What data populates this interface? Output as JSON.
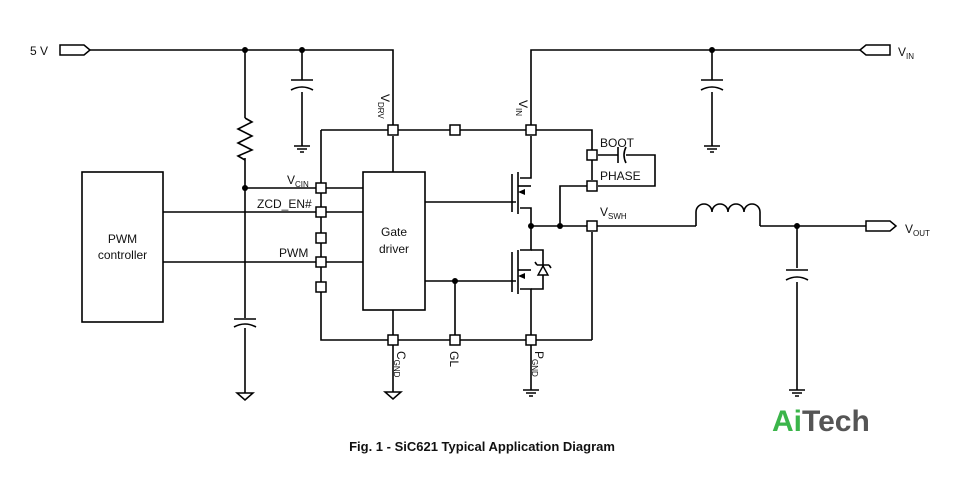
{
  "caption": "Fig. 1 - SiC621 Typical Application Diagram",
  "logo": {
    "part1": "Ai",
    "part2": "Tech",
    "color1": "#3bb54a",
    "color2": "#555555"
  },
  "blocks": {
    "pwm_controller": [
      "PWM",
      "controller"
    ],
    "gate_driver": [
      "Gate",
      "driver"
    ]
  },
  "ports": {
    "five_v": "5 V",
    "vin_main": "V",
    "vin_main_sub": "IN",
    "vout_main": "V",
    "vout_main_sub": "OUT"
  },
  "pins": {
    "vdrv": "V",
    "vdrv_sub": "DRV",
    "vin": "V",
    "vin_sub": "IN",
    "vcin": "V",
    "vcin_sub": "CIN",
    "zcd_en": "ZCD_EN#",
    "pwm": "PWM",
    "boot": "BOOT",
    "phase": "PHASE",
    "vswh": "V",
    "vswh_sub": "SWH",
    "cgnd": "C",
    "cgnd_sub": "GND",
    "gl": "GL",
    "pgnd": "P",
    "pgnd_sub": "GND"
  }
}
